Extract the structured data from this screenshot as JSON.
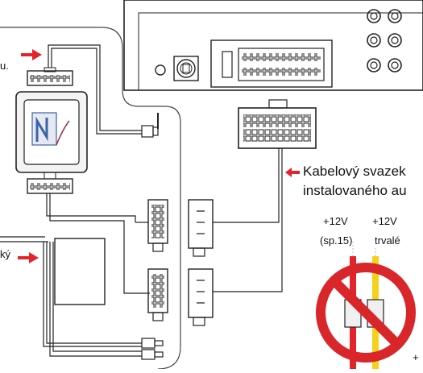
{
  "labels": {
    "top_left_fragment": "u.",
    "mid_left_fragment": "ký",
    "harness_line1": "Kabelový svazek",
    "harness_line2": "instalovaného au",
    "wire_left_voltage": "+12V",
    "wire_left_note": "(sp.15)",
    "wire_right_voltage": "+12V",
    "wire_right_note": "trvalé",
    "corner_mark": "+"
  },
  "colors": {
    "arrow": "#e3242b",
    "wire_red": "#e3242b",
    "wire_yellow": "#f2d21b",
    "prohibition": "#d9262b",
    "line": "#222222",
    "logo_blue": "#3b63a8"
  },
  "icons": {
    "arrow": "right-arrow-icon",
    "prohibition": "prohibition-icon"
  }
}
